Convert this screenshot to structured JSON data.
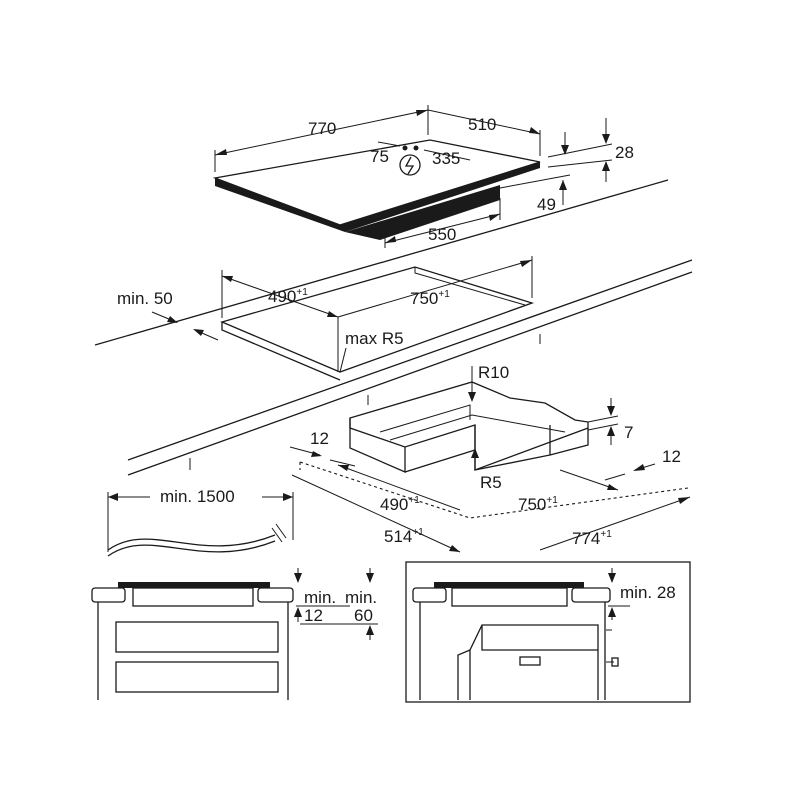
{
  "hob": {
    "width": "770",
    "depth": "510",
    "offset_left": "75",
    "offset_right": "335",
    "height": "28",
    "underside_height": "49",
    "underside_width": "550"
  },
  "cutout": {
    "min_front": "min. 50",
    "depth": "490",
    "depth_tol": "+1",
    "width": "750",
    "width_tol": "+1",
    "corner_radius": "max R5"
  },
  "frame": {
    "outer_radius": "R10",
    "inner_radius": "R5",
    "lip_height": "7",
    "margin_left": "12",
    "margin_right": "12",
    "inner_depth": "490",
    "inner_depth_tol": "+1",
    "inner_width": "750",
    "inner_width_tol": "+1",
    "outer_depth": "514",
    "outer_depth_tol": "+1",
    "outer_width": "774",
    "outer_width_tol": "+1"
  },
  "cable": {
    "length": "min. 1500"
  },
  "section_left": {
    "clear_min_label": "min.",
    "clear_min_value": "12",
    "depth_min_label": "min.",
    "depth_min_value": "60"
  },
  "section_right": {
    "clear_label": "min. 28"
  }
}
